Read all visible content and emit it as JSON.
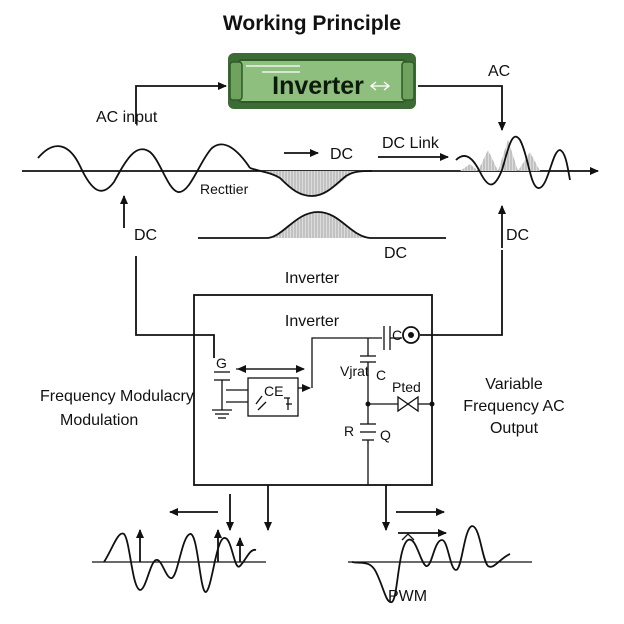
{
  "title": "Working Principle",
  "inverter_block": {
    "label": "Inverter",
    "accent": "#8fbf7e",
    "dark": "#3d6b35"
  },
  "labels": {
    "ac_input": "AC input",
    "ac_top": "AC",
    "dc_arrow": "DC",
    "dc_link": "DC Link",
    "rectifier": "Recttier",
    "dc_left": "DC",
    "dc_mid": "DC",
    "dc_right": "DC",
    "inverter_outer": "Inverter",
    "inverter_inner": "Inverter",
    "freq_mod_1": "Frequency Modulacry",
    "freq_mod_2": "Modulation",
    "var_out_1": "Variable",
    "var_out_2": "Frequency AC",
    "var_out_3": "Output",
    "pwm": "PWM"
  },
  "circuit_labels": {
    "g": "G",
    "ce": "CE",
    "c_cap": "C",
    "v": "Vjrat",
    "c2": "C",
    "p": "Pted",
    "r": "R",
    "q": "Q"
  },
  "colors": {
    "line": "#111111",
    "fill_gray": "#c9c9c9"
  }
}
